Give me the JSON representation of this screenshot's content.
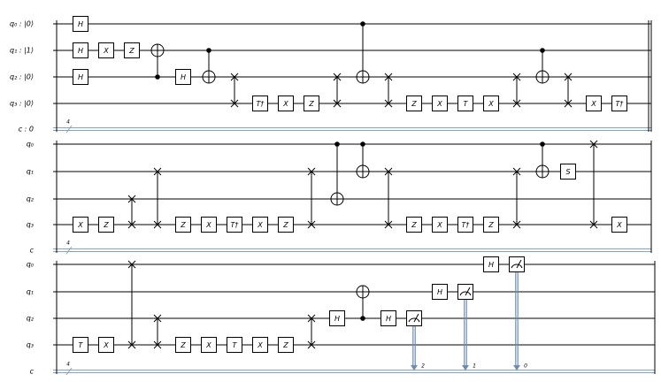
{
  "rows": [
    {
      "labels": [
        "q₀ : |0⟩",
        "q₁ : |1⟩",
        "q₂ : |0⟩",
        "q₃ : |0⟩",
        "c : 0"
      ],
      "creg_size": "4",
      "ops": [
        {
          "t": "g",
          "q": 0,
          "l": "H",
          "s": 1
        },
        {
          "t": "g",
          "q": 1,
          "l": "H",
          "s": 1
        },
        {
          "t": "g",
          "q": 2,
          "l": "H",
          "s": 1
        },
        {
          "t": "g",
          "q": 1,
          "l": "X",
          "s": 2
        },
        {
          "t": "g",
          "q": 1,
          "l": "Z",
          "s": 3
        },
        {
          "t": "cx",
          "c": 2,
          "x": 1,
          "s": 4
        },
        {
          "t": "g",
          "q": 2,
          "l": "H",
          "s": 5
        },
        {
          "t": "cx",
          "c": 1,
          "x": 2,
          "s": 6
        },
        {
          "t": "swap",
          "a": 2,
          "b": 3,
          "s": 7
        },
        {
          "t": "g",
          "q": 3,
          "l": "T†",
          "s": 8
        },
        {
          "t": "g",
          "q": 3,
          "l": "X",
          "s": 9
        },
        {
          "t": "g",
          "q": 3,
          "l": "Z",
          "s": 10
        },
        {
          "t": "swap",
          "a": 2,
          "b": 3,
          "s": 11
        },
        {
          "t": "cx",
          "c": 0,
          "x": 2,
          "s": 12
        },
        {
          "t": "swap",
          "a": 2,
          "b": 3,
          "s": 13
        },
        {
          "t": "g",
          "q": 3,
          "l": "Z",
          "s": 14
        },
        {
          "t": "g",
          "q": 3,
          "l": "X",
          "s": 15
        },
        {
          "t": "g",
          "q": 3,
          "l": "T",
          "s": 16
        },
        {
          "t": "g",
          "q": 3,
          "l": "X",
          "s": 17
        },
        {
          "t": "swap",
          "a": 2,
          "b": 3,
          "s": 18
        },
        {
          "t": "cx",
          "c": 1,
          "x": 2,
          "s": 19
        },
        {
          "t": "swap",
          "a": 2,
          "b": 3,
          "s": 20
        },
        {
          "t": "g",
          "q": 3,
          "l": "X",
          "s": 21
        },
        {
          "t": "g",
          "q": 3,
          "l": "T†",
          "s": 22
        }
      ]
    },
    {
      "labels": [
        "q₀",
        "q₁",
        "q₂",
        "q₃",
        "c"
      ],
      "creg_size": "4",
      "ops": [
        {
          "t": "g",
          "q": 3,
          "l": "X",
          "s": 1
        },
        {
          "t": "g",
          "q": 3,
          "l": "Z",
          "s": 2
        },
        {
          "t": "swap",
          "a": 2,
          "b": 3,
          "s": 3
        },
        {
          "t": "swap",
          "a": 1,
          "b": 3,
          "s": 4
        },
        {
          "t": "g",
          "q": 3,
          "l": "Z",
          "s": 5
        },
        {
          "t": "g",
          "q": 3,
          "l": "X",
          "s": 6
        },
        {
          "t": "g",
          "q": 3,
          "l": "T†",
          "s": 7
        },
        {
          "t": "g",
          "q": 3,
          "l": "X",
          "s": 8
        },
        {
          "t": "g",
          "q": 3,
          "l": "Z",
          "s": 9
        },
        {
          "t": "swap",
          "a": 1,
          "b": 3,
          "s": 10
        },
        {
          "t": "cx",
          "c": 0,
          "x": 2,
          "s": 11
        },
        {
          "t": "cx",
          "c": 0,
          "x": 1,
          "s": 12
        },
        {
          "t": "swap",
          "a": 1,
          "b": 3,
          "s": 13
        },
        {
          "t": "g",
          "q": 3,
          "l": "Z",
          "s": 14
        },
        {
          "t": "g",
          "q": 3,
          "l": "X",
          "s": 15
        },
        {
          "t": "g",
          "q": 3,
          "l": "T†",
          "s": 16
        },
        {
          "t": "g",
          "q": 3,
          "l": "Z",
          "s": 17
        },
        {
          "t": "swap",
          "a": 1,
          "b": 3,
          "s": 18
        },
        {
          "t": "cx",
          "c": 0,
          "x": 1,
          "s": 19
        },
        {
          "t": "g",
          "q": 1,
          "l": "S",
          "s": 20
        },
        {
          "t": "swap",
          "a": 0,
          "b": 3,
          "s": 21
        },
        {
          "t": "g",
          "q": 3,
          "l": "X",
          "s": 22
        }
      ]
    },
    {
      "labels": [
        "q₀",
        "q₁",
        "q₂",
        "q₃",
        "c"
      ],
      "creg_size": "4",
      "ops": [
        {
          "t": "g",
          "q": 3,
          "l": "T",
          "s": 1
        },
        {
          "t": "g",
          "q": 3,
          "l": "X",
          "s": 2
        },
        {
          "t": "swap",
          "a": 0,
          "b": 3,
          "s": 3
        },
        {
          "t": "swap",
          "a": 2,
          "b": 3,
          "s": 4
        },
        {
          "t": "g",
          "q": 3,
          "l": "Z",
          "s": 5
        },
        {
          "t": "g",
          "q": 3,
          "l": "X",
          "s": 6
        },
        {
          "t": "g",
          "q": 3,
          "l": "T",
          "s": 7
        },
        {
          "t": "g",
          "q": 3,
          "l": "X",
          "s": 8
        },
        {
          "t": "g",
          "q": 3,
          "l": "Z",
          "s": 9
        },
        {
          "t": "swap",
          "a": 2,
          "b": 3,
          "s": 10
        },
        {
          "t": "g",
          "q": 2,
          "l": "H",
          "s": 11
        },
        {
          "t": "cx",
          "c": 2,
          "x": 1,
          "s": 12
        },
        {
          "t": "g",
          "q": 2,
          "l": "H",
          "s": 13
        },
        {
          "t": "m",
          "q": 2,
          "bit": "2",
          "s": 14
        },
        {
          "t": "g",
          "q": 1,
          "l": "H",
          "s": 15
        },
        {
          "t": "m",
          "q": 1,
          "bit": "1",
          "s": 16
        },
        {
          "t": "g",
          "q": 0,
          "l": "H",
          "s": 17
        },
        {
          "t": "m",
          "q": 0,
          "bit": "0",
          "s": 18
        }
      ]
    }
  ]
}
